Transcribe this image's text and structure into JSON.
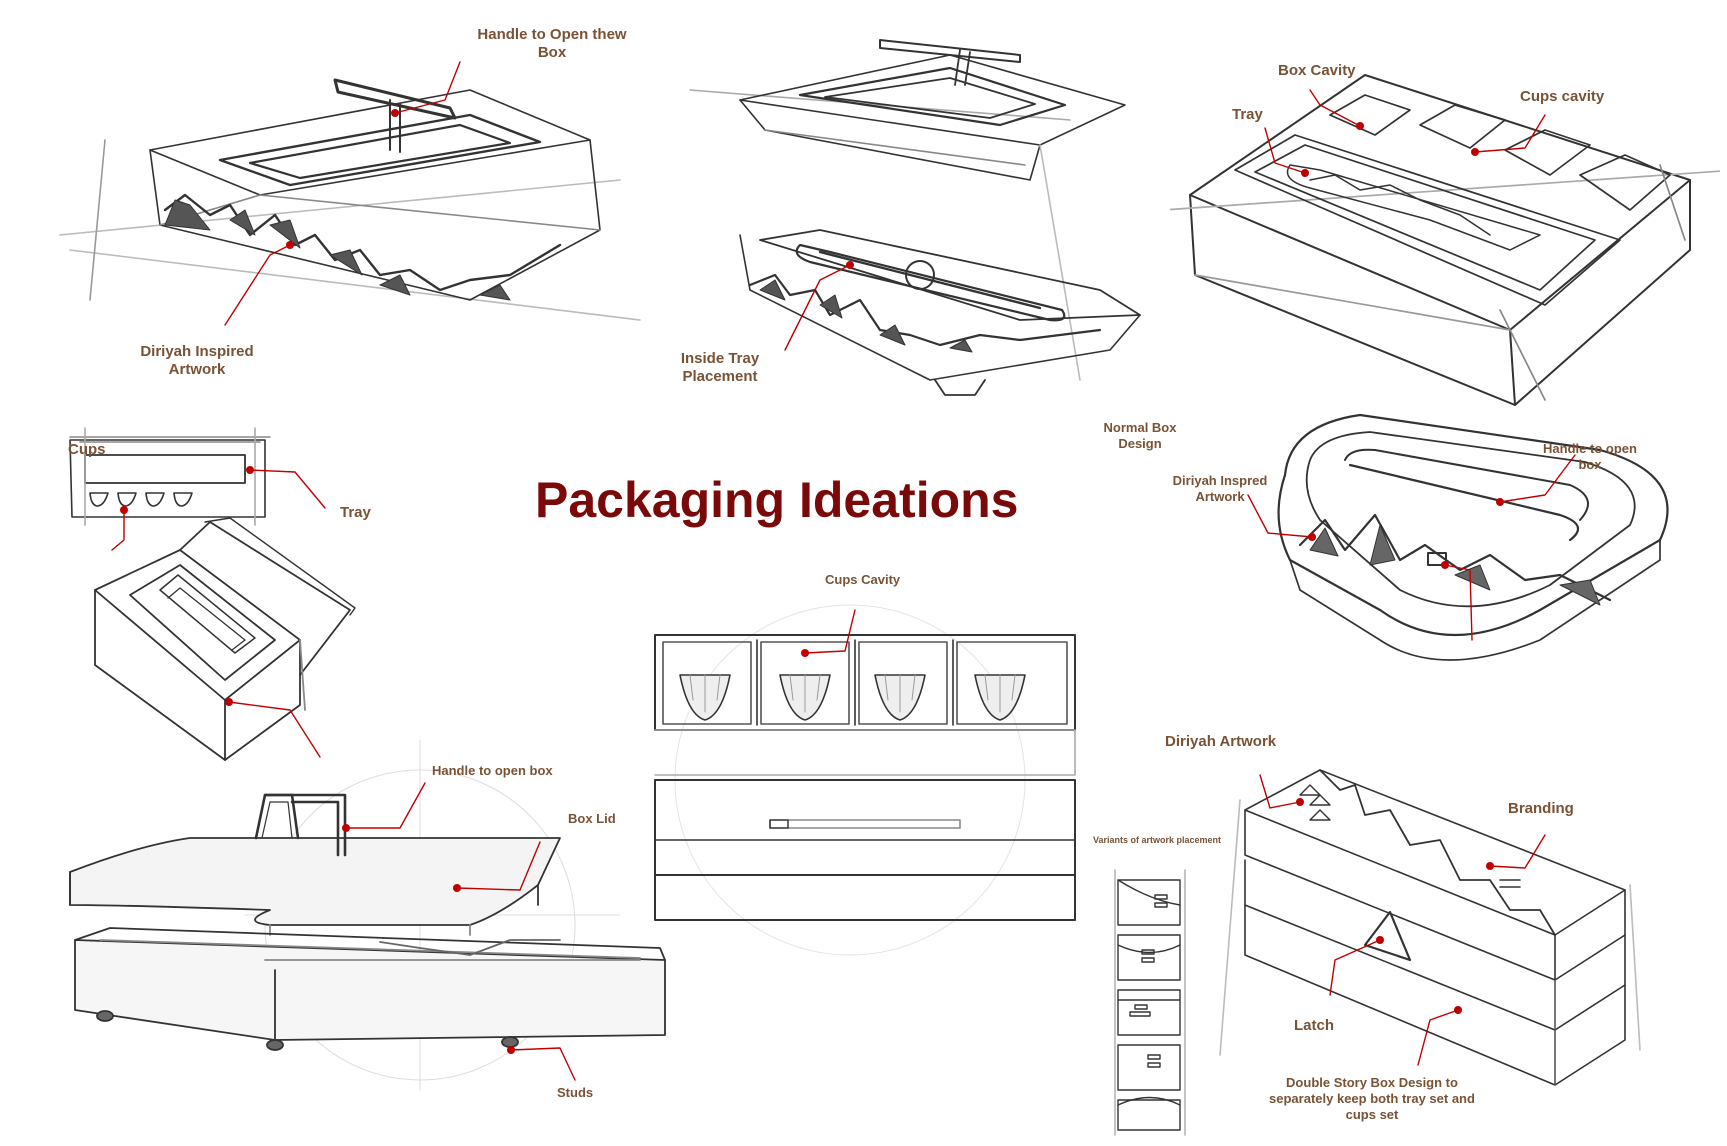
{
  "title": "Packaging Ideations",
  "colors": {
    "title": "#7a0a0a",
    "annotation_text": "#7a5236",
    "callout": "#c00000",
    "sketch": "#333333"
  },
  "annotations": {
    "handle_open_box_top": "Handle to Open thew Box",
    "diriyah_inspired_artwork": "Diriyah Inspired Artwork",
    "inside_tray_placement": "Inside Tray Placement",
    "box_cavity": "Box Cavity",
    "tray_top_right": "Tray",
    "cups_cavity_top": "Cups cavity",
    "normal_box_design": "Normal Box Design",
    "diriyah_inspred_artwork": "Diriyah Inspred Artwork",
    "handle_to_open_box_right": "Handle to open box",
    "cups": "Cups",
    "tray_left": "Tray",
    "cups_cavity_center": "Cups Cavity",
    "handle_to_open_box_bottom": "Handle to open box",
    "box_lid": "Box Lid",
    "studs": "Studs",
    "diriyah_artwork": "Diriyah Artwork",
    "variants_of_artwork_placement": "Variants of artwork placement",
    "branding": "Branding",
    "latch": "Latch",
    "double_story_box_design": "Double Story Box Design to separately keep both tray set and cups set"
  }
}
